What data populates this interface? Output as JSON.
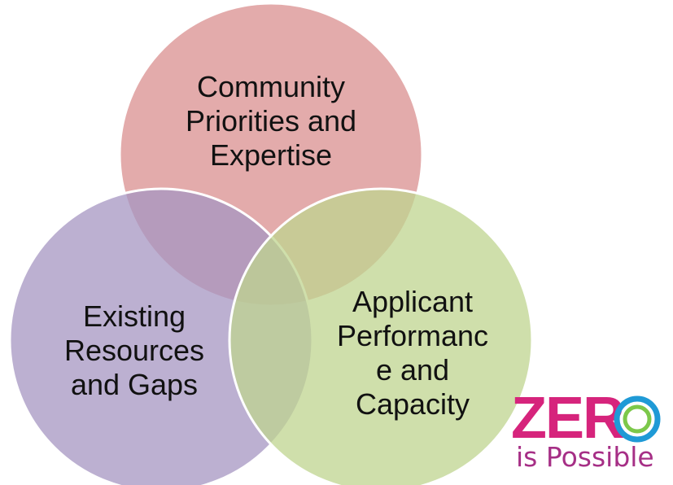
{
  "diagram": {
    "circles": [
      {
        "name": "community",
        "lines": [
          "Community",
          "Priorities and",
          "Expertise"
        ],
        "fill": "#d98f8f"
      },
      {
        "name": "resources",
        "lines": [
          "Existing",
          "Resources",
          "and Gaps"
        ],
        "fill": "#a596c2"
      },
      {
        "name": "applicant",
        "lines": [
          "Applicant",
          "Performanc",
          "e and",
          "Capacity"
        ],
        "fill": "#bfd48f"
      }
    ]
  },
  "logo": {
    "word": "ZER",
    "tagline": "is Possible",
    "colors": {
      "word": "#d6247c",
      "tagline": "#a62f86",
      "ring_outer": "#1f9ad6",
      "ring_inner": "#7cc84a"
    }
  }
}
